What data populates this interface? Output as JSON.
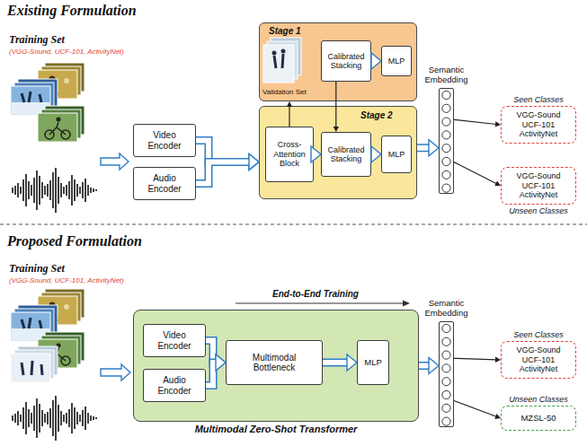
{
  "diagram": {
    "nodes": [
      {
        "text": [
          "Stage 1"
        ]
      },
      {
        "text": [
          "Calibrated Stacking"
        ],
        "in": 0
      },
      {
        "text": [
          "MLP"
        ],
        "in": 0
      },
      {
        "text": [
          "Video Encoder"
        ]
      },
      {
        "text": [
          "Audio Encoder"
        ]
      },
      {
        "text": [
          "Stage 2"
        ]
      },
      {
        "text": [
          "Cross-Attention Block"
        ],
        "in": 5
      },
      {
        "text": [
          "Calibrated Stacking"
        ],
        "in": 5
      },
      {
        "text": [
          "MLP"
        ],
        "in": 5
      },
      {
        "text": [
          "Semantic Embedding"
        ]
      },
      {
        "text": [
          "Seen Classes",
          "VGG-Sound UCF-101 ActivityNet"
        ]
      },
      {
        "text": [
          "VGG-Sound UCF-101 ActivityNet",
          "Unseen Classes"
        ]
      },
      {
        "text": [
          "Multimodal Zero-Shot Transformer"
        ]
      },
      {
        "text": [
          "Video Encoder"
        ],
        "in": 12
      },
      {
        "text": [
          "Audio Encoder"
        ],
        "in": 12
      },
      {
        "text": [
          "Multimodal Bottleneck"
        ],
        "in": 12
      },
      {
        "text": [
          "MLP"
        ],
        "in": 12
      },
      {
        "text": [
          "Semantic Embedding"
        ]
      },
      {
        "text": [
          "Seen Classes",
          "VGG-Sound UCF-101 ActivityNet"
        ]
      },
      {
        "text": [
          "Unseen Classes",
          "MZSL-50"
        ]
      }
    ],
    "edges": [
      {
        "from": 3,
        "to": 5,
        "arrow": "to"
      },
      {
        "from": 4,
        "to": 5,
        "arrow": "to"
      },
      {
        "from": 6,
        "to": 0,
        "arrow": "to"
      },
      {
        "from": 6,
        "to": 7,
        "arrow": "to"
      },
      {
        "from": 7,
        "to": 8,
        "arrow": "to"
      },
      {
        "from": 1,
        "to": 2,
        "arrow": "to"
      },
      {
        "from": 1,
        "to": 7,
        "arrow": "to"
      },
      {
        "from": 5,
        "to": 9,
        "arrow": "to"
      },
      {
        "from": 9,
        "to": 10,
        "arrow": "to"
      },
      {
        "from": 9,
        "to": 11,
        "arrow": "to"
      },
      {
        "from": 13,
        "to": 15,
        "arrow": "to"
      },
      {
        "from": 14,
        "to": 15,
        "arrow": "to"
      },
      {
        "from": 15,
        "to": 16,
        "arrow": "to"
      },
      {
        "from": 12,
        "to": 17,
        "arrow": "to"
      },
      {
        "from": 17,
        "to": 18,
        "arrow": "to"
      },
      {
        "from": 17,
        "to": 19,
        "arrow": "to"
      }
    ],
    "labels": [
      "Existing Formulation",
      "Training Set",
      "(VGG-Sound, UCF-101, ActivityNet)",
      "Validation Set",
      "Proposed Formulation",
      "Training Set",
      "(VGG-Sound, UCF-101, ActivityNet)",
      "End-to-End Training"
    ]
  }
}
